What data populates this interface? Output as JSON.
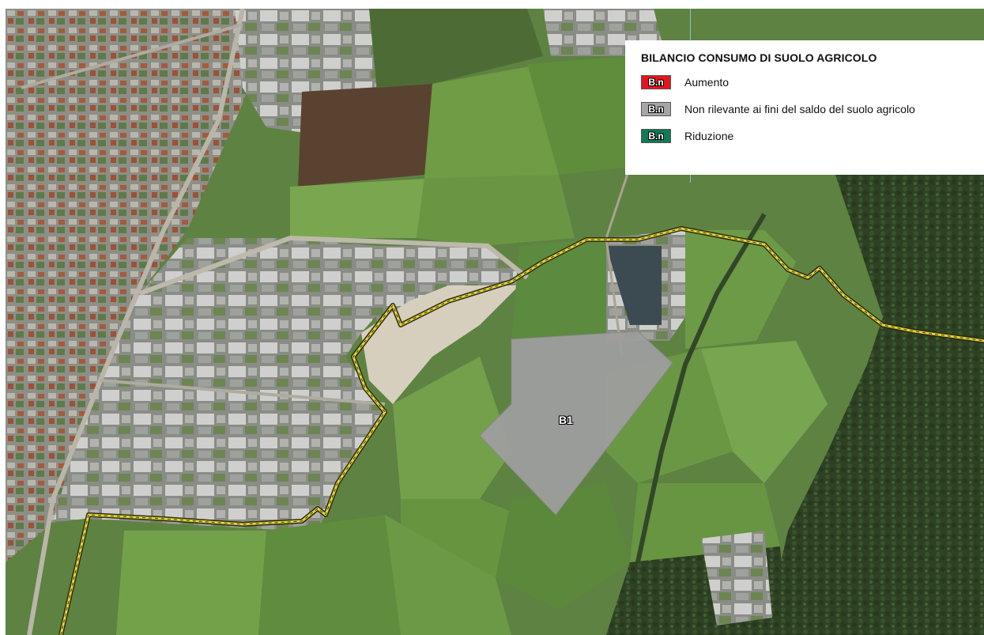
{
  "legend": {
    "title": "BILANCIO CONSUMO DI SUOLO AGRICOLO",
    "items": [
      {
        "code": "B.n",
        "label": "Aumento",
        "color": "#e8141c"
      },
      {
        "code": "B.n",
        "label": "Non rilevante ai fini del saldo del suolo agricolo",
        "color": "#a6a6a6"
      },
      {
        "code": "B.n",
        "label": "Riduzione",
        "color": "#0f7a55"
      }
    ]
  },
  "area": {
    "label": "B1",
    "category": "Non rilevante ai fini del saldo del suolo agricolo",
    "fill": "#9e9e9e"
  },
  "boundary": {
    "color": "#e2d33a"
  },
  "colors": {
    "forest": "#2d3f22",
    "field_light": "#6f9a4a",
    "field_dark": "#4e7336",
    "urban": "#9a9a92",
    "roof": "#c8c8c4",
    "road": "#b7b3a6",
    "quarry": "#d8d2c2"
  }
}
